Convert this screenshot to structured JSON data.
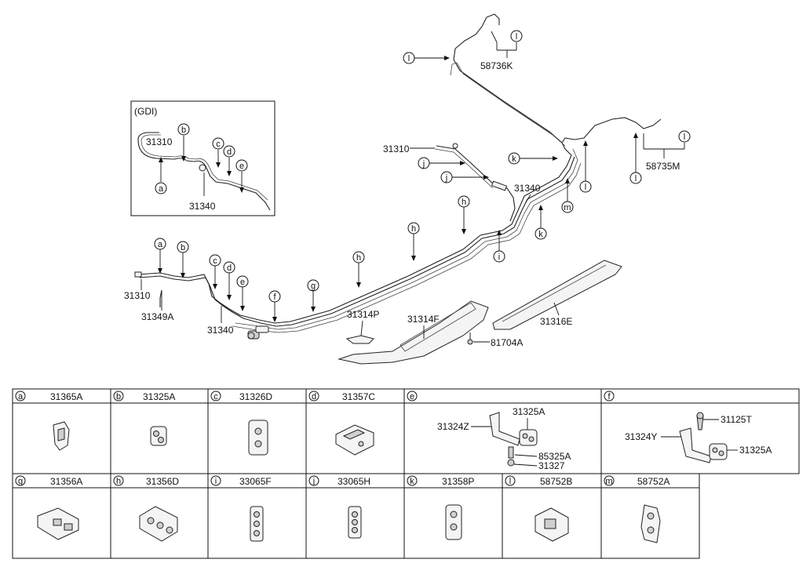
{
  "gdi_label": "(GDI)",
  "gdi": {
    "p31310": "31310",
    "p31340": "31340",
    "callouts": {
      "a": "a",
      "b": "b",
      "c": "c",
      "d": "d",
      "e": "e"
    }
  },
  "main_labels": {
    "p31310_left": "31310",
    "p31349A": "31349A",
    "p31340_left": "31340",
    "p31310_top": "31310",
    "p31340_right": "31340",
    "p58736K": "58736K",
    "p58735M": "58735M",
    "p31314P": "31314P",
    "p31314F": "31314F",
    "p31316E": "31316E",
    "p81704A": "81704A"
  },
  "callouts": {
    "a": "a",
    "b": "b",
    "c": "c",
    "d": "d",
    "e": "e",
    "f": "f",
    "g": "g",
    "h": "h",
    "i": "i",
    "j": "j",
    "k": "k",
    "l": "l",
    "m": "m"
  },
  "table": {
    "row1": [
      {
        "letter": "a",
        "part": "31365A",
        "icon": "clip-a-icon"
      },
      {
        "letter": "b",
        "part": "31325A",
        "icon": "clip-b-icon"
      },
      {
        "letter": "c",
        "part": "31326D",
        "icon": "clip-c-icon"
      },
      {
        "letter": "d",
        "part": "31357C",
        "icon": "clip-d-icon"
      },
      {
        "letter": "e",
        "part": "",
        "icon": "bracket-e-icon",
        "sub": {
          "bracket": "31324Z",
          "clip": "31325A",
          "nut": "85325A",
          "bolt": "31327"
        }
      },
      {
        "letter": "f",
        "part": "",
        "icon": "bracket-f-icon",
        "sub": {
          "bracket": "31324Y",
          "bolt": "31125T",
          "clip": "31325A"
        }
      }
    ],
    "row2": [
      {
        "letter": "g",
        "part": "31356A",
        "icon": "clip-g-icon"
      },
      {
        "letter": "h",
        "part": "31356D",
        "icon": "clip-h-icon"
      },
      {
        "letter": "i",
        "part": "33065F",
        "icon": "clip-i-icon"
      },
      {
        "letter": "j",
        "part": "33065H",
        "icon": "clip-j-icon"
      },
      {
        "letter": "k",
        "part": "31358P",
        "icon": "clip-k-icon"
      },
      {
        "letter": "l",
        "part": "58752B",
        "icon": "clip-l-icon"
      },
      {
        "letter": "m",
        "part": "58752A",
        "icon": "clip-m-icon"
      }
    ]
  }
}
